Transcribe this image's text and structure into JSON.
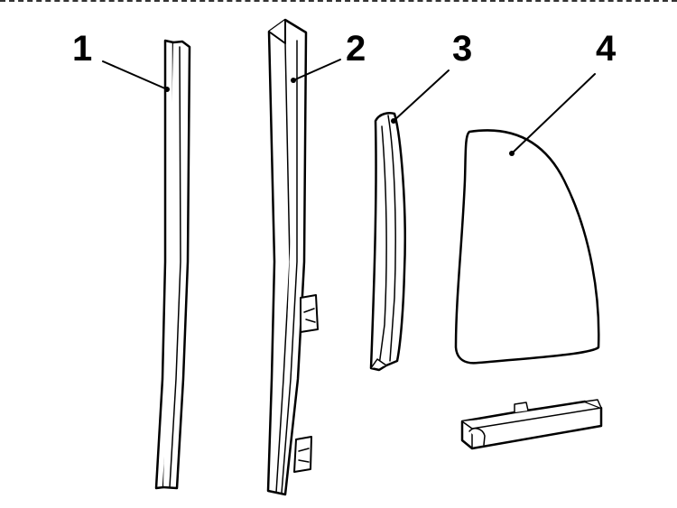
{
  "callouts": {
    "c1": "1",
    "c2": "2",
    "c3": "3",
    "c4": "4"
  },
  "parts": [
    {
      "callout": "1",
      "shape": "thin-vertical-channel-strip"
    },
    {
      "callout": "2",
      "shape": "window-run-channel-with-clips"
    },
    {
      "callout": "3",
      "shape": "curved-weatherstrip-seal"
    },
    {
      "callout": "4",
      "shape": "quarter-glass-panel"
    },
    {
      "callout": "",
      "shape": "glass-support-channel-block"
    }
  ],
  "colors": {
    "line": "#000000",
    "fill": "#ffffff",
    "background": "#ffffff"
  }
}
